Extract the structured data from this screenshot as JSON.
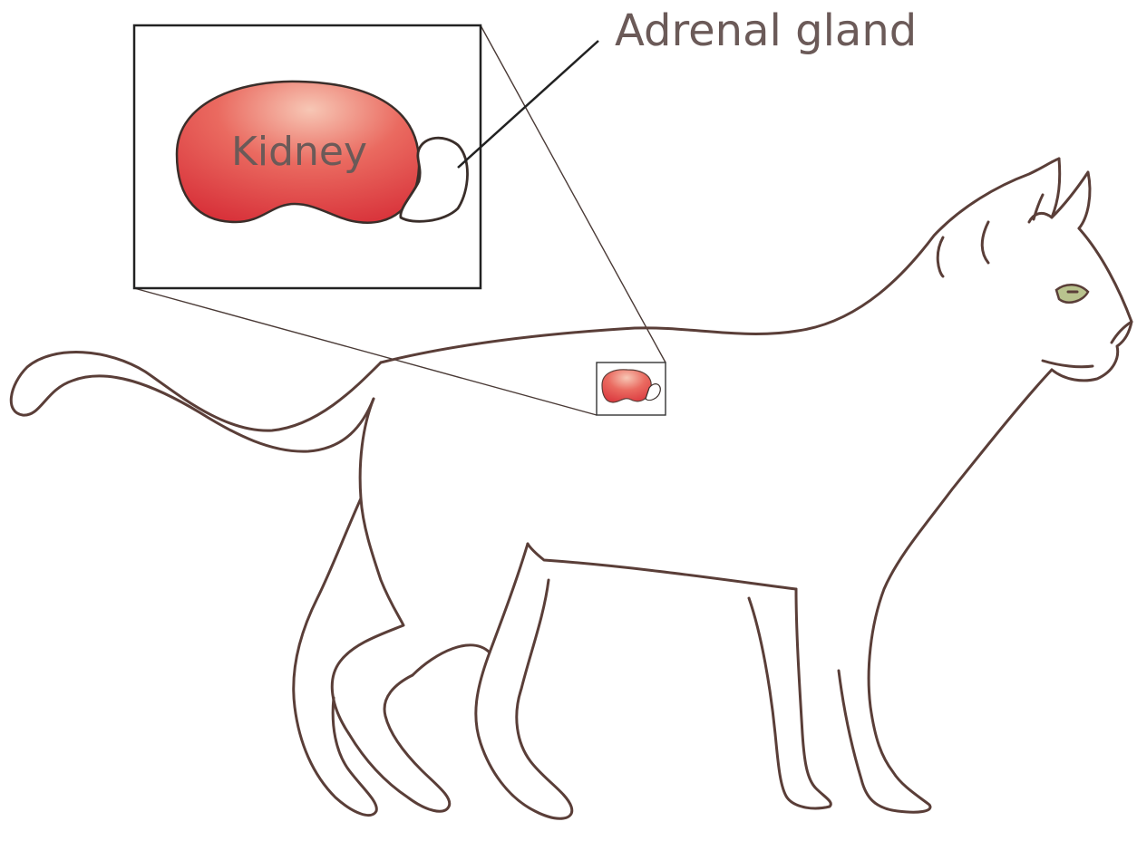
{
  "labels": {
    "kidney": "Kidney",
    "adrenal_gland": "Adrenal gland"
  },
  "colors": {
    "kidney_light": "#f7c7b5",
    "kidney_mid": "#ea6a60",
    "kidney_dark": "#d8323a",
    "outline": "#5a3e38",
    "label_text": "#6b5a58",
    "eye": "#b9c38e"
  },
  "icons": [
    "cat-outline",
    "kidney-shape",
    "adrenal-gland-shape",
    "zoom-inset-box"
  ]
}
